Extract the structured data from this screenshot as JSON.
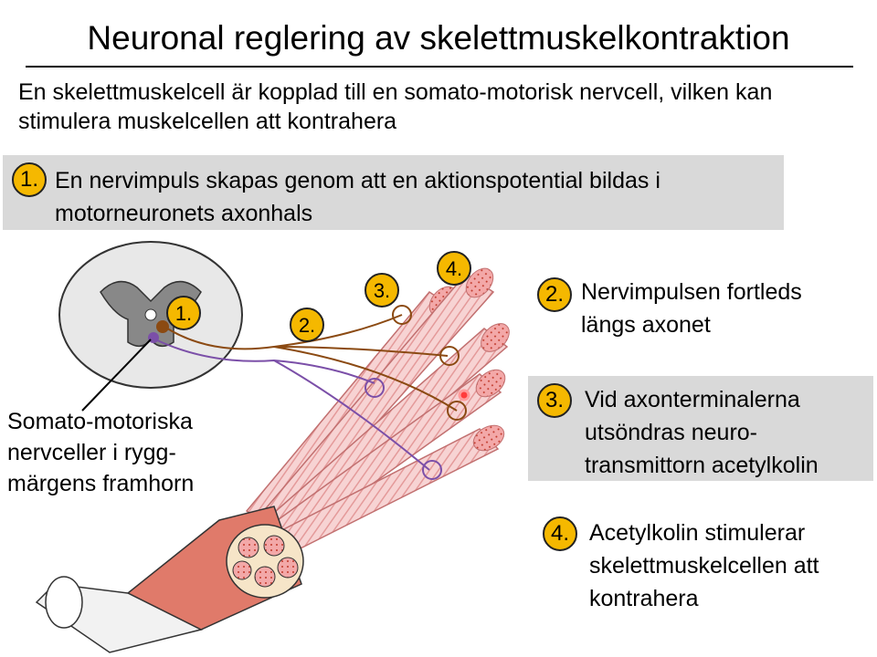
{
  "title": "Neuronal reglering av skelettmuskelkontraktion",
  "intro": "En skelettmuskelcell är kopplad till en somato-motorisk nervcell, vilken kan stimulera muskelcellen att kontrahera",
  "steps": [
    {
      "number": "1.",
      "text": "En nervimpuls skapas genom att en aktionspotential bildas i motorneuronets axonhals"
    },
    {
      "number": "2.",
      "text": "Nervimpulsen fortleds längs axonet"
    },
    {
      "number": "3.",
      "text": "Vid axonterminalerna utsöndras neuro-transmittorn acetylkolin"
    },
    {
      "number": "4.",
      "text": "Acetylkolin stimulerar skelettmuskelcellen att kontrahera"
    }
  ],
  "caption": "Somato-motoriska nervceller i rygg-märgens framhorn",
  "diagram_labels": [
    "1.",
    "2.",
    "3.",
    "4."
  ],
  "colors": {
    "badge": "#f5b800",
    "highlight_box": "#d9d9d9",
    "motor_axon_brown": "#8b4a12",
    "motor_axon_purple": "#7b4fa8",
    "muscle_fiber": "#f4c2c2",
    "muscle_stripe": "#e8a0a0"
  }
}
